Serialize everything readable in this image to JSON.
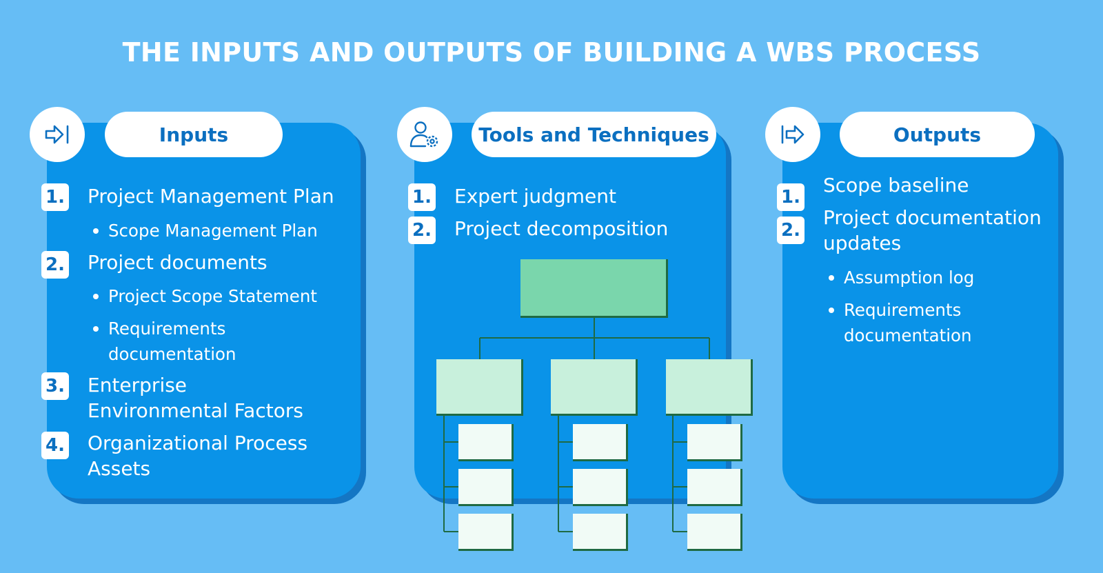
{
  "title": "THE INPUTS AND OUTPUTS OF BUILDING A WBS PROCESS",
  "columns": {
    "inputs": {
      "label": "Inputs",
      "icon": "input-arrow-icon",
      "items": [
        {
          "num": "1.",
          "label": "Project Management Plan",
          "subs": [
            "Scope Management Plan"
          ]
        },
        {
          "num": "2.",
          "label": "Project documents",
          "subs": [
            "Project Scope Statement",
            "Requirements documentation"
          ]
        },
        {
          "num": "3.",
          "label": "Enterprise Environmental Factors",
          "subs": []
        },
        {
          "num": "4.",
          "label": "Organizational Process Assets",
          "subs": []
        }
      ]
    },
    "tools": {
      "label": "Tools and Techniques",
      "icon": "user-gear-icon",
      "items": [
        {
          "num": "1.",
          "label": "Expert judgment"
        },
        {
          "num": "2.",
          "label": "Project decomposition"
        }
      ]
    },
    "outputs": {
      "label": "Outputs",
      "icon": "output-arrow-icon",
      "items": [
        {
          "num": "1.",
          "label": "Scope baseline"
        },
        {
          "num": "2.",
          "label": "Project documentation updates",
          "subs": [
            "Assumption log",
            "Requirements documentation"
          ]
        }
      ]
    }
  },
  "colors": {
    "background": "#66bdf5",
    "card": "#0a93e8",
    "accent_text": "#0b6fc0",
    "tree_root": "#7ad6ac",
    "tree_level1": "#c8f0dc",
    "tree_leaf": "#f1fbf6",
    "tree_line": "#1f6a43"
  }
}
